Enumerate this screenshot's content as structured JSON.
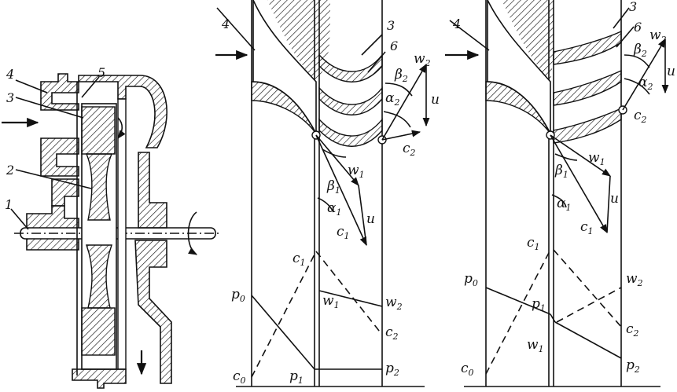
{
  "turbine_labels": {
    "n1": "1",
    "n2": "2",
    "n3": "3",
    "n4": "4",
    "n5": "5"
  },
  "impulse_stage": {
    "nozzle": "4",
    "blade_row": "3",
    "blade_channel": "6",
    "vectors": {
      "c1": "c",
      "c1_sub": "1",
      "w1": "w",
      "w1_sub": "1",
      "u1": "u",
      "beta1": "β",
      "beta1_sub": "1",
      "alpha1": "α",
      "alpha1_sub": "1",
      "c2": "c",
      "c2_sub": "2",
      "w2": "w",
      "w2_sub": "2",
      "u2": "u",
      "beta2": "β",
      "beta2_sub": "2",
      "alpha2": "α",
      "alpha2_sub": "2"
    },
    "plot": {
      "p0": "p",
      "p0_sub": "0",
      "c0": "c",
      "c0_sub": "0",
      "p1": "p",
      "p1_sub": "1",
      "c1": "c",
      "c1_sub": "1",
      "w1": "w",
      "w1_sub": "1",
      "w2": "w",
      "w2_sub": "2",
      "c2": "c",
      "c2_sub": "2",
      "p2": "p",
      "p2_sub": "2"
    }
  },
  "reaction_stage": {
    "nozzle": "4",
    "blade_row": "3",
    "blade_channel": "6",
    "vectors": {
      "c1": "c",
      "c1_sub": "1",
      "w1": "w",
      "w1_sub": "1",
      "u1": "u",
      "beta1": "β",
      "beta1_sub": "1",
      "alpha1": "α",
      "alpha1_sub": "1",
      "c2": "c",
      "c2_sub": "2",
      "w2": "w",
      "w2_sub": "2",
      "u2": "u",
      "beta2": "β",
      "beta2_sub": "2",
      "alpha2": "α",
      "alpha2_sub": "2"
    },
    "plot": {
      "p0": "p",
      "p0_sub": "0",
      "c0": "c",
      "c0_sub": "0",
      "p1": "p",
      "p1_sub": "1",
      "c1": "c",
      "c1_sub": "1",
      "w1": "w",
      "w1_sub": "1",
      "w2": "w",
      "w2_sub": "2",
      "c2": "c",
      "c2_sub": "2",
      "p2": "p",
      "p2_sub": "2"
    }
  }
}
